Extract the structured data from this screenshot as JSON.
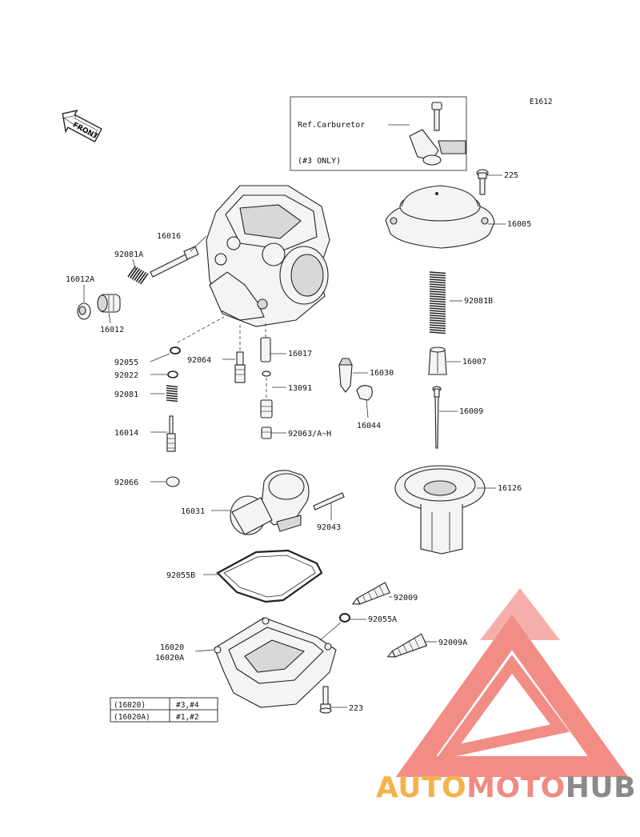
{
  "diagram": {
    "code": "E1612",
    "front_label": "FRONT",
    "ref_box": {
      "line1": "Ref.Carburetor",
      "line2": "(#3 ONLY)"
    },
    "part_labels": {
      "p225": "225",
      "p16005": "16005",
      "p16016": "16016",
      "p92081A": "92081A",
      "p16012A": "16012A",
      "p16012": "16012",
      "p92081B": "92081B",
      "p92055": "92055",
      "p92064": "92064",
      "p16017": "16017",
      "p16030": "16030",
      "p16007": "16007",
      "p92022": "92022",
      "p13091": "13091",
      "p92081": "92081",
      "p16009": "16009",
      "p16044": "16044",
      "p16014": "16014",
      "p92063": "92063/A~H",
      "p92066": "92066",
      "p16126": "16126",
      "p16031": "16031",
      "p92043": "92043",
      "p92055B": "92055B",
      "p92009": "92009",
      "p92055A": "92055A",
      "p16020": "16020",
      "p16020A": "16020A",
      "p92009A": "92009A",
      "p223": "223"
    },
    "table": {
      "rows": [
        {
          "part": "(16020)",
          "models": "#3,#4"
        },
        {
          "part": "(16020A)",
          "models": "#1,#2"
        }
      ]
    }
  },
  "watermark": {
    "brand_auto": "AUTO",
    "brand_moto": "MOTO",
    "brand_hub": "HUB",
    "colors": {
      "auto": "#f6b24a",
      "moto": "#f08a82",
      "hub": "#8a8a8a",
      "triangle": "#f07a72"
    }
  }
}
